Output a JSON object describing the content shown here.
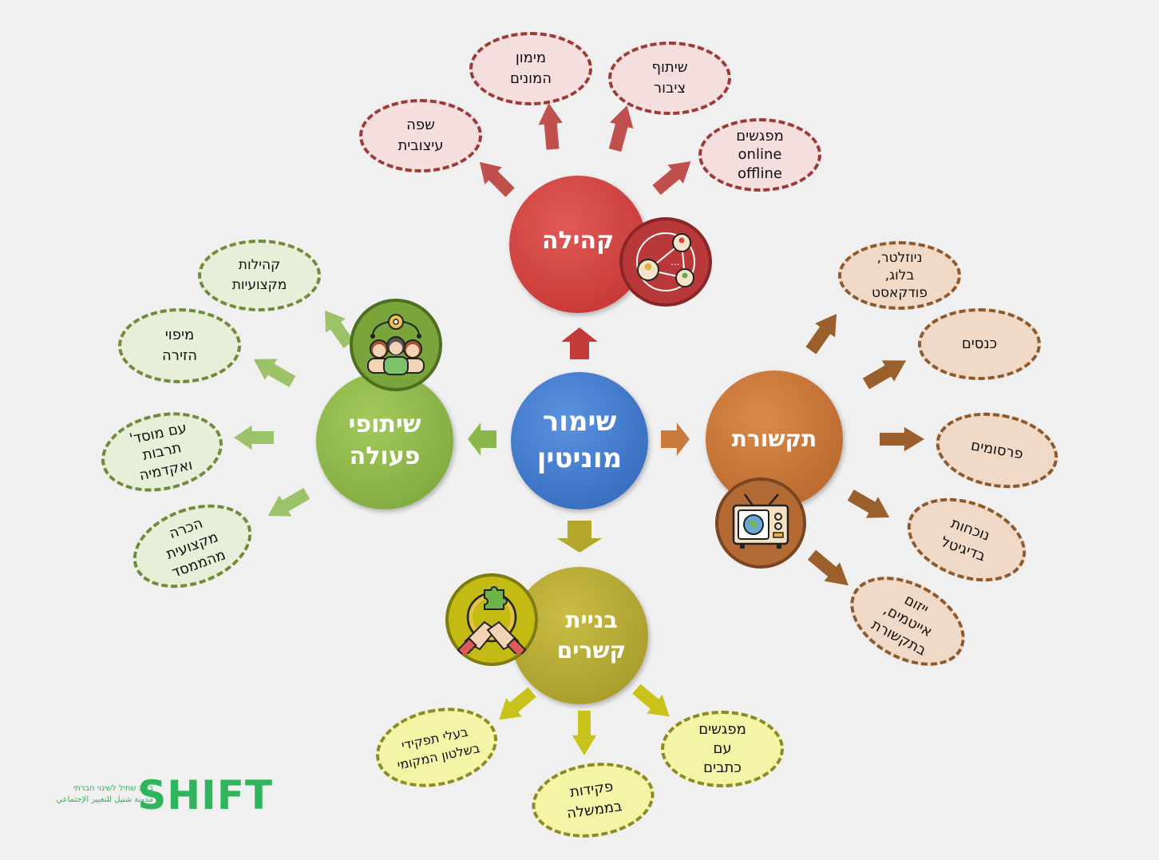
{
  "center": {
    "label": "שימור\nמוניטין",
    "color": "#3b73c8"
  },
  "hubs": {
    "community": {
      "label": "קהילה",
      "color": "#cf3b3a",
      "icon": "community-network-icon"
    },
    "communication": {
      "label": "תקשורת",
      "color": "#c46f2d",
      "icon": "tv-icon"
    },
    "partnerships": {
      "label": "שיתופי\nפעולה",
      "color": "#86b23f",
      "icon": "team-gear-icon"
    },
    "relations": {
      "label": "בניית\nקשרים",
      "color": "#b3a82b",
      "icon": "handshake-puzzle-icon"
    }
  },
  "bubbles": {
    "community": [
      "שפה\nעיצובית",
      "מימון\nהמונים",
      "שיתוף\nציבור",
      "מפגשים\nonline\noffline"
    ],
    "communication": [
      "ניוזלטר,\nבלוג,\nפודקאסט",
      "כנסים",
      "פרסומים",
      "נוכחות\nבדיגיטל",
      "ייזום\nאייטמים,\nבתקשורת"
    ],
    "partnerships": [
      "קהילות\nמקצועיות",
      "מיפוי\nהזירה",
      "עם מוסד'\nתרבות\nואקדמיה",
      "הכרה\nמקצועית\nמהממסד"
    ],
    "relations": [
      "בעלי תפקידי\nבשלטון המקומי",
      "פקידות\nבממשלה",
      "מפגשים\nעם\nכתבים"
    ]
  },
  "logo": {
    "word": "SHIFT",
    "line1": "בלוג שתיל לשינוי חברתי",
    "line2": "مدونة شتيل للتغيير الإجتماعي"
  }
}
